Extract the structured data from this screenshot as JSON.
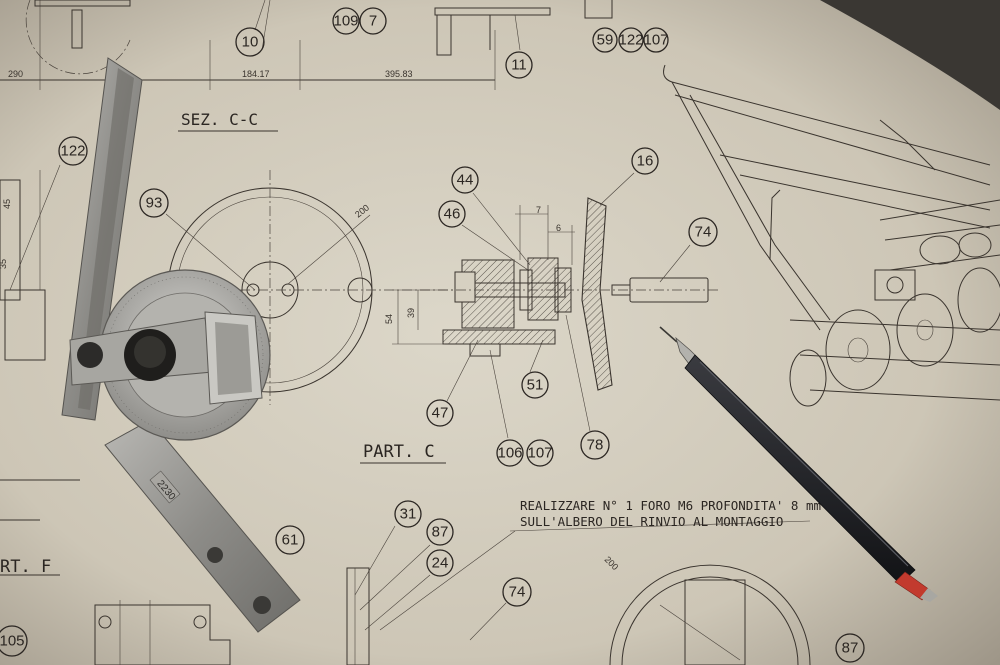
{
  "section_titles": {
    "sez_cc": "SEZ. C-C",
    "part_c": "PART. C",
    "part_f": "RT. F"
  },
  "note": {
    "line1": "REALIZZARE N° 1 FORO M6 PROFONDITA' 8 mm",
    "line2": "SULL'ALBERO DEL RINVIO AL MONTAGGIO"
  },
  "dimensions": {
    "d290": "290",
    "d184": "184.17",
    "d395": "395.83",
    "d200a": "200",
    "d200b": "200",
    "d54": "54",
    "d39": "39",
    "d7": "7",
    "d6": "6",
    "d45": "45",
    "d35": "35"
  },
  "balloons": {
    "b109": "109",
    "b7": "7",
    "b10": "10",
    "b59": "59",
    "b122a": "122",
    "b107a": "107",
    "b11": "11",
    "b122b": "122",
    "b93": "93",
    "b44": "44",
    "b46": "46",
    "b16": "16",
    "b74a": "74",
    "b51": "51",
    "b47": "47",
    "b106": "106",
    "b107b": "107",
    "b78": "78",
    "b31": "31",
    "b87a": "87",
    "b24": "24",
    "b61": "61",
    "b74b": "74",
    "b87b": "87",
    "b105": "105"
  },
  "protractor": {
    "marking": "2230"
  },
  "colors": {
    "paper": "#d9d3c4",
    "ink": "#2b2622",
    "steel": "#9a9893",
    "pencil": "#1e1f22",
    "tip": "#c23a2e"
  }
}
